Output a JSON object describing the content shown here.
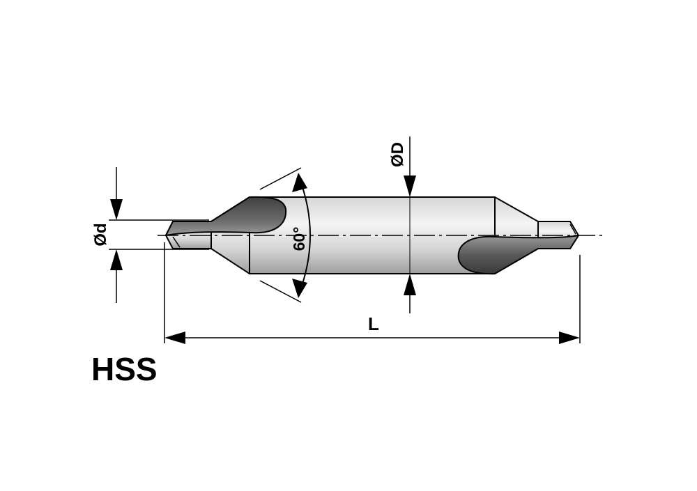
{
  "labels": {
    "angle": "60°",
    "small_diameter": "Ød",
    "large_diameter": "ØD",
    "length": "L",
    "material": "HSS"
  },
  "colors": {
    "line": "#000000",
    "background": "#ffffff",
    "body_light": "#f2f2f2",
    "body_mid": "#c8c8c8",
    "body_dark": "#8a8a8a",
    "flute_dark": "#4d4d4d"
  }
}
